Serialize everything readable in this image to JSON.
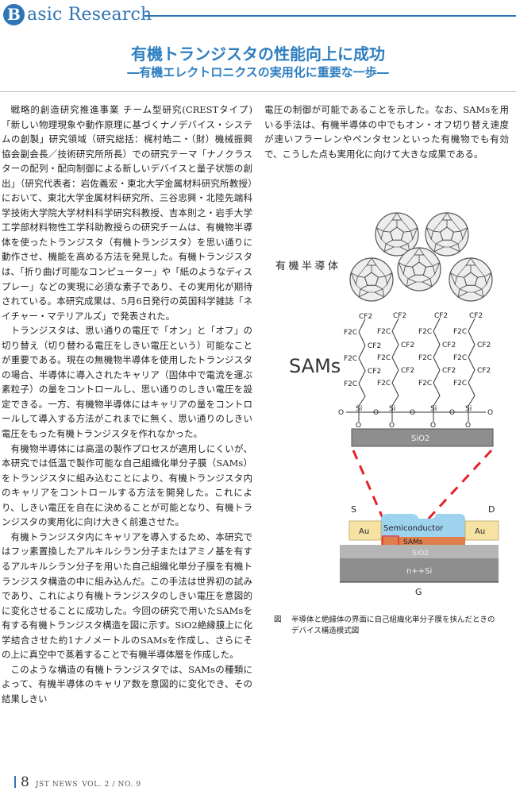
{
  "header": {
    "initial": "B",
    "section_rest": "asic Research",
    "title": "有機トランジスタの性能向上に成功",
    "subtitle": "―有機エレクトロニクスの実用化に重要な一歩―"
  },
  "body_left": [
    "戦略的創造研究推進事業 チーム型研究(CRESTタイプ)「新しい物理現象や動作原理に基づくナノデバイス・システムの創製」研究領域（研究総括：梶村皓二・（財）機械振興協会副会長／技術研究所所長）での研究テーマ「ナノクラスターの配列・配向制御による新しいデバイスと量子状態の創出」（研究代表者：岩佐義宏・東北大学金属材料研究所教授）において、東北大学金属材料研究所、三谷忠興・北陸先端科学技術大学院大学材料科学研究科教授、吉本則之・岩手大学工学部材料物性工学科助教授らの研究チームは、有機物半導体を使ったトランジスタ（有機トランジスタ）を思い通りに動作させ、機能を高める方法を発見した。有機トランジスタは、「折り曲げ可能なコンピューター」や「紙のようなディスプレー」などの実現に必須な素子であり、その実用化が期待されている。本研究成果は、5月6日発行の英国科学雑誌「ネイチャー・マテリアルズ」で発表された。",
    "トランジスタは、思い通りの電圧で「オン」と「オフ」の切り替え（切り替わる電圧をしきい電圧という）可能なことが重要である。現在の無機物半導体を使用したトランジスタの場合、半導体に導入されたキャリア（固体中で電流を運ぶ素粒子）の量をコントロールし、思い通りのしきい電圧を設定できる。一方、有機物半導体にはキャリアの量をコントロールして導入する方法がこれまでに無く、思い通りのしきい電圧をもった有機トランジスタを作れなかった。",
    "有機物半導体には高温の製作プロセスが適用しにくいが、本研究では低温で製作可能な自己組織化単分子膜（SAMs）をトランジスタに組み込むことにより、有機トランジスタ内のキャリアをコントロールする方法を開発した。これにより、しきい電圧を自在に決めることが可能となり、有機トランジスタの実用化に向け大きく前進させた。",
    "有機トランジスタ内にキャリアを導入するため、本研究ではフッ素置換したアルキルシラン分子またはアミノ基を有するアルキルシラン分子を用いた自己組織化単分子膜を有機トランジスタ構造の中に組み込んだ。この手法は世界初の試みであり、これにより有機トランジスタのしきい電圧を意図的に変化させることに成功した。今回の研究で用いたSAMsを有する有機トランジスタ構造を図に示す。SiO2絶縁膜上に化学結合させた約1ナノメートルのSAMsを作成し、さらにその上に真空中で蒸着することで有機半導体層を作成した。",
    "このような構造の有機トランジスタでは、SAMsの種類によって、有機半導体のキャリア数を意図的に変化でき、その結果しきい"
  ],
  "body_right": "電圧の制御が可能であることを示した。なお、SAMsを用いる手法は、有機半導体の中でもオン・オフ切り替え速度が速いフラーレンやペンタセンといった有機物でも有効で、こうした点も実用化に向けて大きな成果である。",
  "figure": {
    "label_organic": "有機半導体",
    "label_sams": "SAMs",
    "cf2": "CF2",
    "f2c": "F2C",
    "o": "O",
    "si": "Si",
    "sio2_top": "SiO2",
    "s": "S",
    "d": "D",
    "semiconductor": "Semiconductor",
    "au": "Au",
    "sams_small": "SAMs",
    "sio2_bottom": "SiO2",
    "nsi": "n++Si",
    "g": "G",
    "colors": {
      "semiconductor": "#9ed3ee",
      "au": "#f6e3a3",
      "sams": "#e07f4c",
      "sio2": "#b5b5b5",
      "substrate": "#8e8e8e",
      "dash": "#e3242b"
    }
  },
  "caption": {
    "label": "図",
    "line1": "半導体と絶縁体の界面に自己組織化単分子膜を挟んだときの",
    "line2": "デバイス構造模式図"
  },
  "footer": {
    "page": "8",
    "publication": "JST NEWS",
    "volume": "VOL. 2 / NO. 9"
  }
}
